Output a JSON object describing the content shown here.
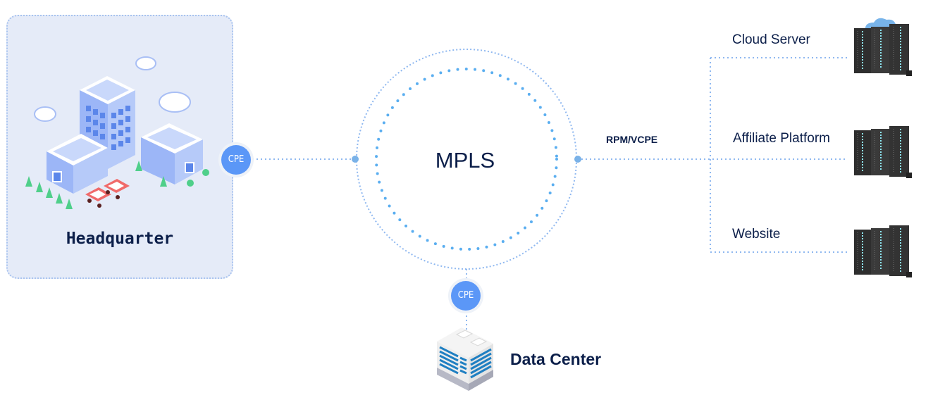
{
  "diagram": {
    "headquarter": {
      "label": "Headquarter",
      "icon": "office-buildings-illustration"
    },
    "cpe_badges": [
      {
        "label": "CPE"
      },
      {
        "label": "CPE"
      }
    ],
    "core": {
      "label": "MPLS"
    },
    "gateway": {
      "label": "RPM/VCPE"
    },
    "destinations": [
      {
        "label": "Cloud Server",
        "icon": "cloud-server-rack-icon"
      },
      {
        "label": "Affiliate Platform",
        "icon": "server-rack-icon"
      },
      {
        "label": "Website",
        "icon": "server-rack-icon"
      }
    ],
    "data_center": {
      "label": "Data Center",
      "icon": "data-center-building-icon"
    },
    "colors": {
      "line": "#8fb8f0",
      "dot": "#5aaef0",
      "cpe": "#5b97f7",
      "text": "#0c1f4a",
      "panel": "#e5ebf8"
    }
  }
}
